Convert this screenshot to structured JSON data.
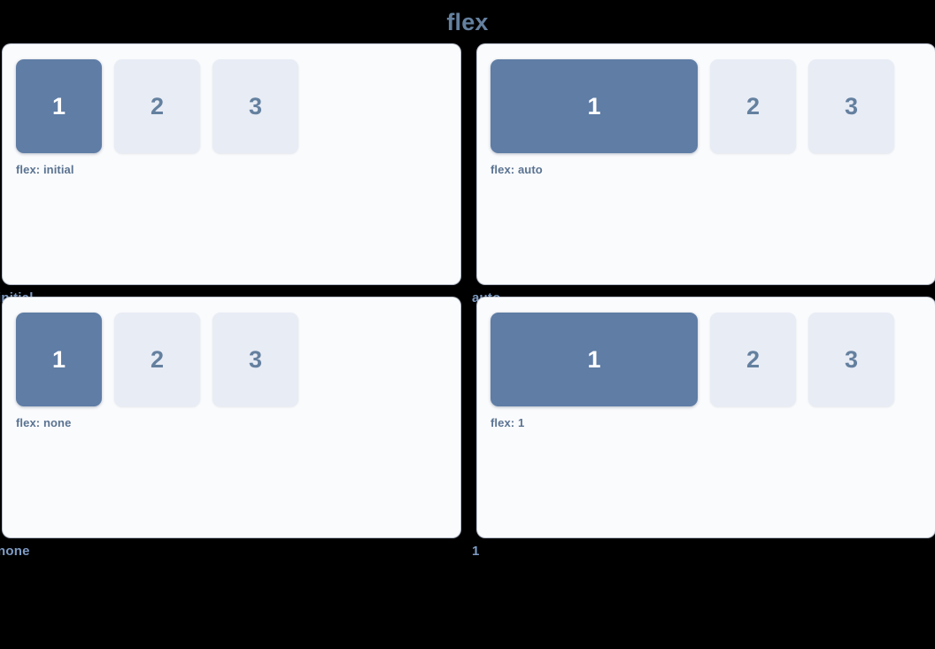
{
  "page": {
    "title": "flex",
    "background_color": "#000000",
    "title_color": "#64809f"
  },
  "theme": {
    "card_background": "#fafbfd",
    "primary_item_color": "#5f7da5",
    "muted_item_color": "#e8ecf5",
    "caption_color": "#5a7391",
    "label_color": "#7e9bc4"
  },
  "demos": [
    {
      "label": "initial",
      "caption": "flex: initial",
      "items": [
        {
          "text": "1",
          "style": "primary",
          "size": "base"
        },
        {
          "text": "2",
          "style": "muted",
          "size": "base"
        },
        {
          "text": "3",
          "style": "muted",
          "size": "base"
        }
      ]
    },
    {
      "label": "auto",
      "caption": "flex: auto",
      "items": [
        {
          "text": "1",
          "style": "primary",
          "size": "wide"
        },
        {
          "text": "2",
          "style": "muted",
          "size": "base"
        },
        {
          "text": "3",
          "style": "muted",
          "size": "base"
        }
      ]
    },
    {
      "label": "none",
      "caption": "flex: none",
      "items": [
        {
          "text": "1",
          "style": "primary",
          "size": "base"
        },
        {
          "text": "2",
          "style": "muted",
          "size": "base"
        },
        {
          "text": "3",
          "style": "muted",
          "size": "base"
        }
      ]
    },
    {
      "label": "1",
      "caption": "flex: 1",
      "items": [
        {
          "text": "1",
          "style": "primary",
          "size": "wide"
        },
        {
          "text": "2",
          "style": "muted",
          "size": "base"
        },
        {
          "text": "3",
          "style": "muted",
          "size": "base"
        }
      ]
    }
  ]
}
